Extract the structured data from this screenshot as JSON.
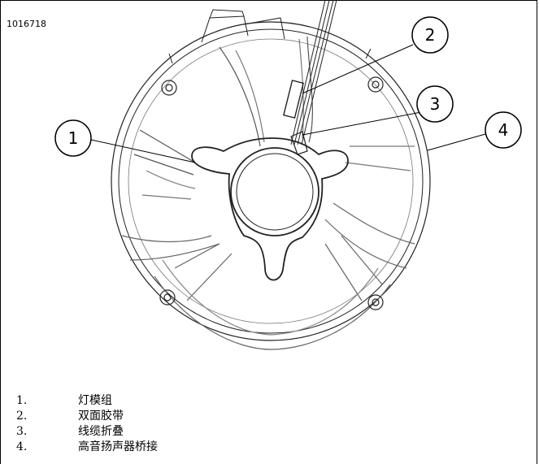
{
  "figure": {
    "id": "1016718"
  },
  "callouts": [
    "1",
    "2",
    "3",
    "4"
  ],
  "legend": [
    {
      "number": "1.",
      "label": "灯模组"
    },
    {
      "number": "2.",
      "label": "双面胶带"
    },
    {
      "number": "3.",
      "label": "线缆折叠"
    },
    {
      "number": "4.",
      "label": "高音扬声器桥接"
    }
  ]
}
